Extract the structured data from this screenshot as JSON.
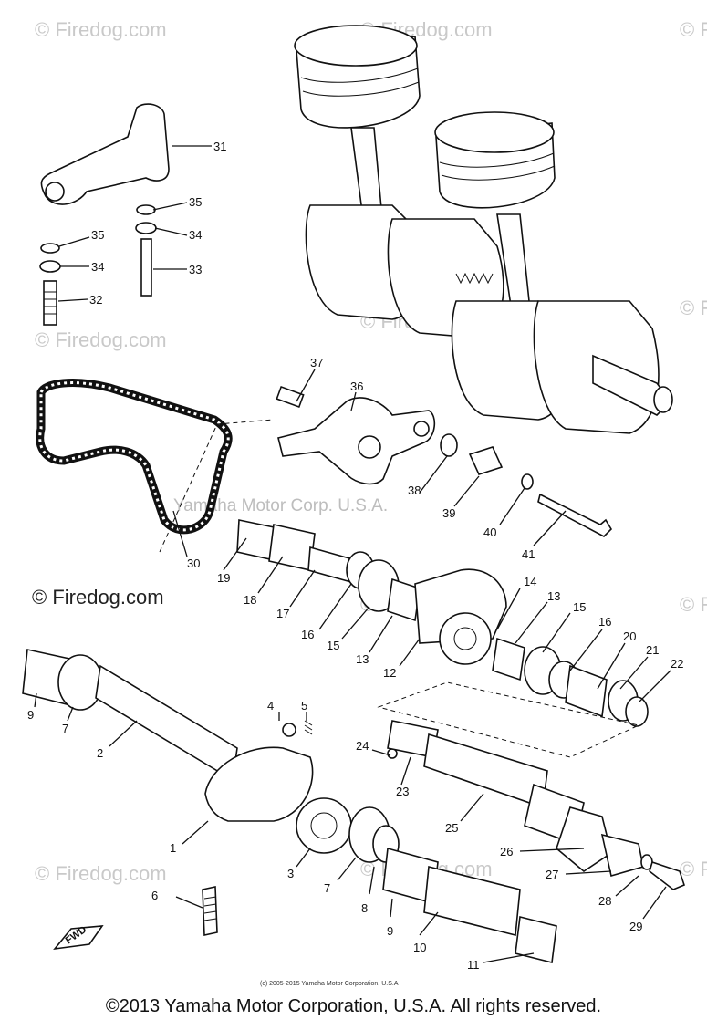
{
  "watermarks": {
    "small": "© Firedog.com",
    "prominent": "© Firedog.com",
    "center": "Yamaha Motor Corp. U.S.A."
  },
  "fwd_label": "FWD",
  "small_copyright": "(c) 2005-2015 Yamaha Motor Corporation, U.S.A",
  "copyright": "©2013 Yamaha Motor Corporation, U.S.A. All rights reserved.",
  "callouts": {
    "p1": "1",
    "p2": "2",
    "p3": "3",
    "p4": "4",
    "p5": "5",
    "p6": "6",
    "p7a": "7",
    "p7b": "7",
    "p8": "8",
    "p9a": "9",
    "p9b": "9",
    "p10": "10",
    "p11": "11",
    "p12": "12",
    "p13a": "13",
    "p13b": "13",
    "p14": "14",
    "p15a": "15",
    "p15b": "15",
    "p16a": "16",
    "p16b": "16",
    "p17": "17",
    "p18": "18",
    "p19": "19",
    "p20": "20",
    "p21": "21",
    "p22": "22",
    "p23": "23",
    "p24": "24",
    "p25": "25",
    "p26": "26",
    "p27": "27",
    "p28": "28",
    "p29": "29",
    "p30": "30",
    "p31": "31",
    "p32": "32",
    "p33": "33",
    "p34a": "34",
    "p34b": "34",
    "p35a": "35",
    "p35b": "35",
    "p36": "36",
    "p37": "37",
    "p38": "38",
    "p39": "39",
    "p40": "40",
    "p41": "41"
  }
}
